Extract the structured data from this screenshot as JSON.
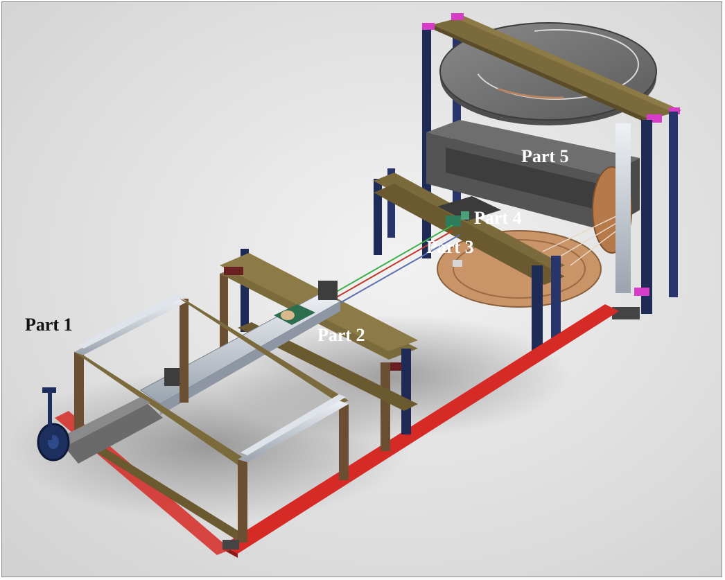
{
  "labels": {
    "part1": "Part 1",
    "part2": "Part 2",
    "part3": "Part 3",
    "part4": "Part 4",
    "part5": "Part 5"
  },
  "colors": {
    "background": "#e4e4e4",
    "frame_wood": "#7a6a3c",
    "frame_upright": "#6b4f32",
    "base_rail": "#d62a26",
    "post_blue": "#1e2b57",
    "turntable": "#6e6e6e",
    "lower_disc": "#c89468",
    "corner_bracket": "#d63cc6",
    "rail_silver": "#c5ccd6"
  }
}
